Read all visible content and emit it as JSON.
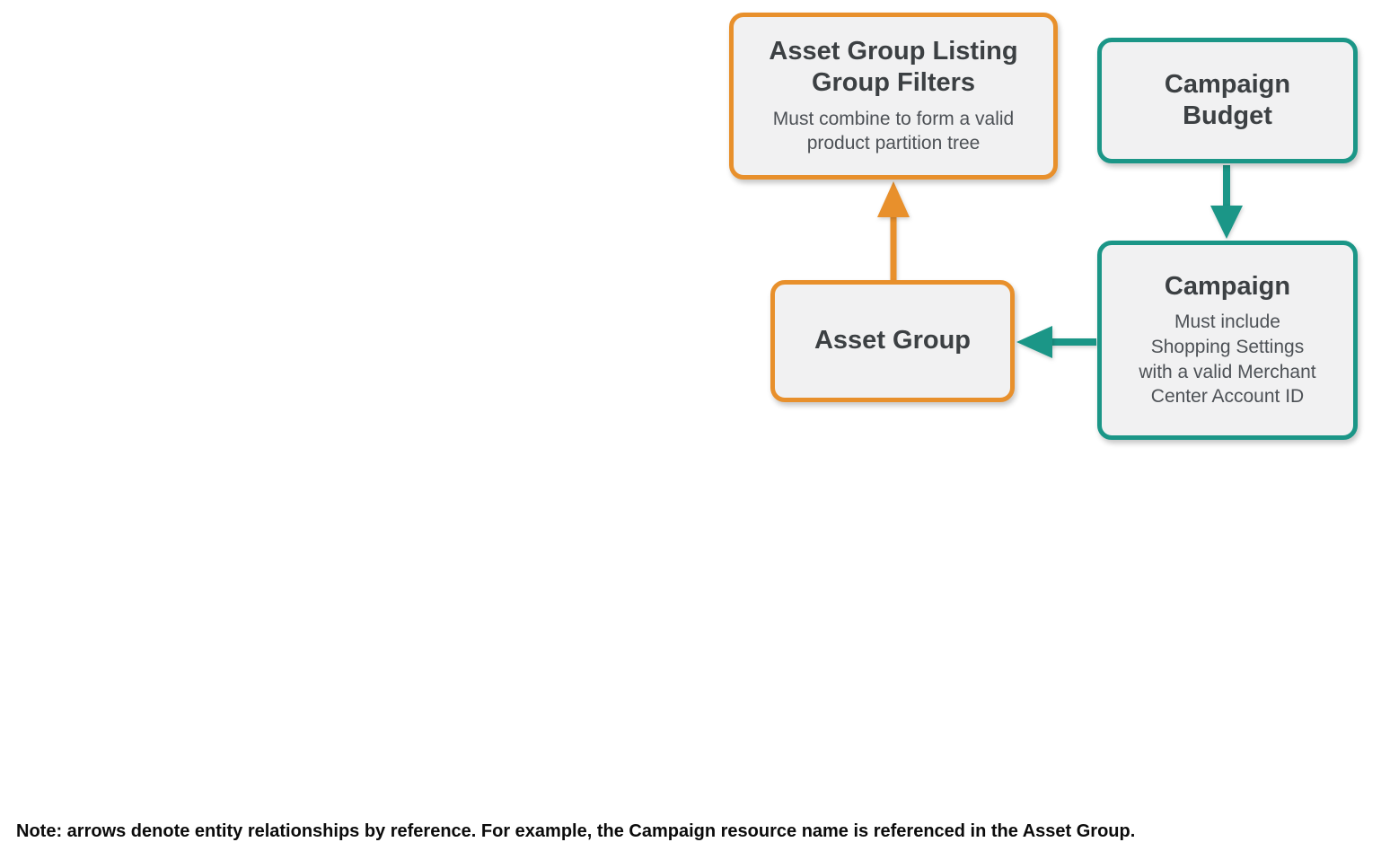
{
  "diagram": {
    "nodes": {
      "asset_group_listing_group_filters": {
        "title": "Asset Group Listing\nGroup Filters",
        "subtitle": "Must combine to form a valid\nproduct partition tree",
        "accent_color": "#e8902c"
      },
      "campaign_budget": {
        "title": "Campaign\nBudget",
        "accent_color": "#1b9687"
      },
      "asset_group": {
        "title": "Asset Group",
        "accent_color": "#e8902c"
      },
      "campaign": {
        "title": "Campaign",
        "subtitle": "Must include\nShopping Settings\nwith a valid Merchant\nCenter Account ID",
        "accent_color": "#1b9687"
      }
    },
    "edges": [
      {
        "from": "asset_group",
        "to": "asset_group_listing_group_filters",
        "color": "#e8902c",
        "direction": "up"
      },
      {
        "from": "campaign_budget",
        "to": "campaign",
        "color": "#1b9687",
        "direction": "down"
      },
      {
        "from": "campaign",
        "to": "asset_group",
        "color": "#1b9687",
        "direction": "left"
      }
    ]
  },
  "note": {
    "text": "Note: arrows denote entity relationships by reference. For example, the Campaign resource name is referenced in the Asset Group."
  },
  "colors": {
    "orange_accent": "#e8902c",
    "teal_accent": "#1b9687",
    "box_fill": "#f1f1f2",
    "title_text": "#3c4043",
    "subtitle_text": "#4d5156",
    "note_text": "#0b0b0b",
    "background": "#ffffff"
  }
}
